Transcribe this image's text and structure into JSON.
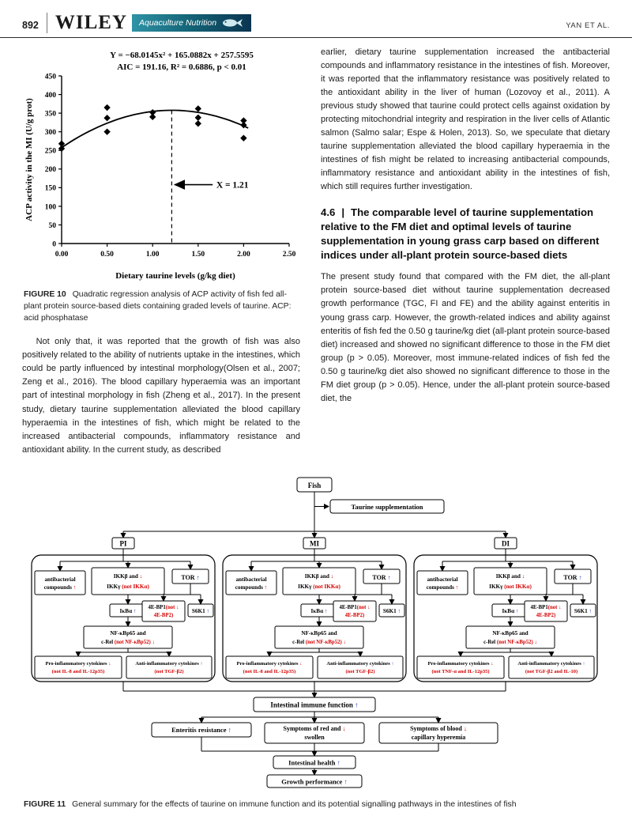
{
  "page": {
    "number": "892",
    "brand": "WILEY",
    "journal": "Aquaculture Nutrition",
    "running_head": "YAN ET AL."
  },
  "chart_data": {
    "type": "scatter",
    "title_line1": "Y = −68.0145x² + 165.0882x + 257.5595",
    "title_line2": "AIC = 191.16, R² = 0.6886, p < 0.01",
    "xlabel": "Dietary taurine levels (g/kg diet)",
    "ylabel": "ACP activity in the MI (U/g prot)",
    "xlim": [
      0,
      2.5
    ],
    "ylim": [
      0,
      450
    ],
    "xtick_labels": [
      "0.00",
      "0.50",
      "1.00",
      "1.50",
      "2.00",
      "2.50"
    ],
    "yticks": [
      0,
      50,
      100,
      150,
      200,
      250,
      300,
      350,
      400,
      450
    ],
    "marker": "diamond",
    "grid": false,
    "points": [
      [
        0,
        255
      ],
      [
        0,
        268
      ],
      [
        0.5,
        300
      ],
      [
        0.5,
        337
      ],
      [
        0.5,
        365
      ],
      [
        1,
        340
      ],
      [
        1,
        352
      ],
      [
        1.5,
        322
      ],
      [
        1.5,
        338
      ],
      [
        1.5,
        362
      ],
      [
        2,
        283
      ],
      [
        2,
        318
      ],
      [
        2,
        330
      ]
    ],
    "regression": {
      "a": -68.0145,
      "b": 165.0882,
      "c": 257.5595,
      "x_start": 0,
      "x_end": 2.05
    },
    "annotation": {
      "text": "X = 1.21",
      "x": 1.21,
      "arrow_y": 158
    }
  },
  "figure10": {
    "caption_label": "FIGURE 10",
    "caption_text": "Quadratic regression analysis of ACP activity of fish fed all-plant protein source-based diets containing graded levels of taurine. ACP: acid phosphatase"
  },
  "left_column": {
    "paragraph": "Not only that, it was reported that the growth of fish was also positively related to the ability of nutrients uptake in the intestines, which could be partly influenced by intestinal morphology(Olsen et al., 2007; Zeng et al., 2016). The blood capillary hyperaemia was an important part of intestinal morphology in fish (Zheng et al., 2017). In the present study, dietary taurine supplementation alleviated the blood capillary hyperaemia in the intestines of fish, which might be related to the increased antibacterial compounds, inflammatory resistance and antioxidant ability. In the current study, as described"
  },
  "right_column": {
    "paragraph1": "earlier, dietary taurine supplementation increased the antibacterial compounds and inflammatory resistance in the intestines of fish. Moreover, it was reported that the inflammatory resistance was positively related to the antioxidant ability in the liver of human (Lozovoy et al., 2011). A previous study showed that taurine could protect cells against oxidation by protecting mitochondrial integrity and respiration in the liver cells of Atlantic salmon (Salmo salar; Espe & Holen, 2013). So, we speculate that dietary taurine supplementation alleviated the blood capillary hyperaemia in the intestines of fish might be related to increasing antibacterial compounds, inflammatory resistance and antioxidant ability in the intestines of fish, which still requires further investigation.",
    "paragraph2": "The present study found that compared with the FM diet, the all-plant protein source-based diet without taurine supplementation decreased growth performance (TGC, FI and FE) and the ability against enteritis in young grass carp. However, the growth-related indices and ability against enteritis of fish fed the 0.50 g taurine/kg diet (all-plant protein source-based diet) increased and showed no significant difference to those in the FM diet group (p > 0.05). Moreover, most immune-related indices of fish fed the 0.50 g taurine/kg diet also showed no significant difference to those in the FM diet group (p > 0.05). Hence, under the all-plant protein source-based diet, the"
  },
  "section": {
    "number": "4.6",
    "separator": "|",
    "title": "The comparable level of taurine supplementation relative to the FM diet and optimal levels of taurine supplementation in young grass carp based on different indices under all-plant protein source-based diets"
  },
  "figure11": {
    "caption_label": "FIGURE 11",
    "caption_text": "General summary for the effects of taurine on immune function and its potential signalling pathways in the intestines of fish",
    "fish_label": "Fish",
    "taurine_label": "Taurine supplementation",
    "colors": {
      "up_arrow": "#1f3bbf",
      "down_arrow": "#d40000",
      "note": "#d40000",
      "antibacterial_arrow": "#d40000"
    },
    "panels": [
      {
        "label": "PI",
        "antibacterial_l1": "antibacterial",
        "antibacterial_l2": "compounds",
        "antibacterial_arrow": "↑",
        "ikk_l1": "IKKβ and",
        "ikk_arrow": "↓",
        "ikk_l2_black": "IKKγ ",
        "ikk_l2_red": "(not IKKα)",
        "tor": "TOR",
        "tor_arrow": "↑",
        "ikba": "IκBα",
        "ikba_arrow": "↑",
        "ebp_black": "4E-BP1",
        "ebp_red1": "(not",
        "ebp_red2": "4E-BP2)",
        "ebp_arrow": "↓",
        "s6k1": "S6K1",
        "s6k1_arrow": "↑",
        "nfkb_l1": "NF-κBp65 and",
        "nfkb_l2_black": "c-Rel",
        "nfkb_l2_red": "(not NF-κBp52)",
        "nfkb_arrow": "↓",
        "pro_l1": "Pro-inflammatory cytokines",
        "pro_l2": "(not IL-8 and IL-12p35)",
        "pro_arrow": "↓",
        "anti_l1": "Anti-inflammatory cytokines",
        "anti_l2": "(not TGF-β2)",
        "anti_arrow": "↑"
      },
      {
        "label": "MI",
        "antibacterial_l1": "antibacterial",
        "antibacterial_l2": "compounds",
        "antibacterial_arrow": "↑",
        "ikk_l1": "IKKβ and",
        "ikk_arrow": "↓",
        "ikk_l2_black": "IKKγ ",
        "ikk_l2_red": "(not IKKα)",
        "tor": "TOR",
        "tor_arrow": "↑",
        "ikba": "IκBα",
        "ikba_arrow": "↑",
        "ebp_black": "4E-BP1",
        "ebp_red1": "(not",
        "ebp_red2": "4E-BP2)",
        "ebp_arrow": "↓",
        "s6k1": "S6K1",
        "s6k1_arrow": "↑",
        "nfkb_l1": "NF-κBp65 and",
        "nfkb_l2_black": "c-Rel",
        "nfkb_l2_red": "(not NF-κBp52)",
        "nfkb_arrow": "↓",
        "pro_l1": "Pro-inflammatory cytokines",
        "pro_l2": "(not IL-8 and IL-12p35)",
        "pro_arrow": "↓",
        "anti_l1": "Anti-inflammatory cytokines",
        "anti_l2": "(not TGF-β2)",
        "anti_arrow": "↑"
      },
      {
        "label": "DI",
        "antibacterial_l1": "antibacterial",
        "antibacterial_l2": "compounds",
        "antibacterial_arrow": "↑",
        "ikk_l1": "IKKβ and",
        "ikk_arrow": "↓",
        "ikk_l2_black": "IKKγ ",
        "ikk_l2_red": "(not IKKα)",
        "tor": "TOR",
        "tor_arrow": "↑",
        "ikba": "IκBα",
        "ikba_arrow": "↑",
        "ebp_black": "4E-BP1",
        "ebp_red1": "(not",
        "ebp_red2": "4E-BP2)",
        "ebp_arrow": "↓",
        "s6k1": "S6K1",
        "s6k1_arrow": "↑",
        "nfkb_l1": "NF-κBp65 and",
        "nfkb_l2_black": "c-Rel",
        "nfkb_l2_red": "(not NF-κBp52)",
        "nfkb_arrow": "↓",
        "pro_l1": "Pro-inflammatory cytokines",
        "pro_l2": "(not TNF-α and IL-12p35)",
        "pro_arrow": "↓",
        "anti_l1": "Anti-inflammatory cytokines",
        "anti_l2": "(not TGF-β2 and IL-10)",
        "anti_arrow": "↑"
      }
    ],
    "outcome": {
      "immune": {
        "text": "Intestinal immune function",
        "arrow": "↑",
        "dir": "up"
      },
      "enteritis": {
        "text": "Enteritis resistance",
        "arrow": "↑",
        "dir": "up"
      },
      "red_swollen": {
        "line1": "Symptoms of red and",
        "line2": "swollen",
        "arrow": "↓",
        "dir": "down"
      },
      "hyperemia": {
        "line1": "Symptoms of blood",
        "line2": "capillary hyperemia",
        "arrow": "↓",
        "dir": "down"
      },
      "health": {
        "text": "Intestinal health",
        "arrow": "↑",
        "dir": "up"
      },
      "growth": {
        "text": "Growth performance",
        "arrow": "↑",
        "dir": "up"
      }
    }
  }
}
